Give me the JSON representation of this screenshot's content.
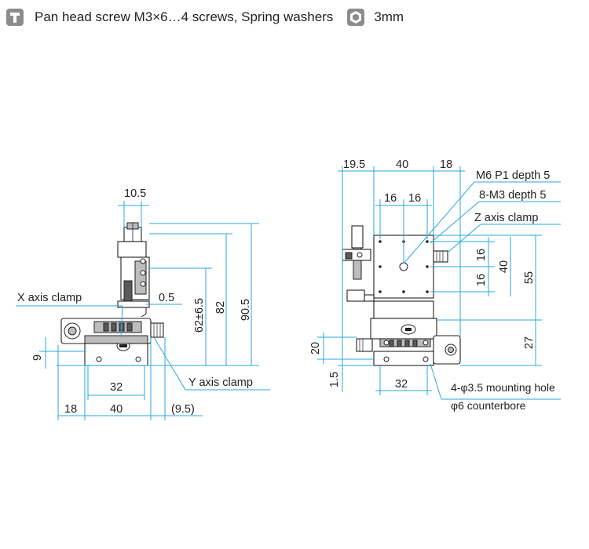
{
  "header": {
    "screw_icon": "pan-head-screw-icon",
    "screw_text": "Pan head screw M3×6…4 screws, Spring washers",
    "hex_icon": "hex-wrench-icon",
    "hex_text": "3mm"
  },
  "colors": {
    "dimension": "#2aa7e0",
    "outline": "#231f20",
    "icon_gray": "#8c8c8c"
  },
  "left_view": {
    "dims": {
      "top_width": "10.5",
      "total_height": "90.5",
      "height_82": "82",
      "travel": "62±6.5",
      "offset": "0.5",
      "base_height": "9",
      "base_width": "32",
      "left_offset": "18",
      "width_40": "40",
      "right_offset": "(9.5)"
    },
    "labels": {
      "x_clamp": "X axis clamp",
      "y_clamp": "Y axis clamp"
    }
  },
  "right_view": {
    "dims": {
      "top_left": "19.5",
      "top_mid": "40",
      "top_right": "18",
      "hole_a": "16",
      "hole_b": "16",
      "vert_16a": "16",
      "vert_16b": "16",
      "vert_40": "40",
      "vert_55": "55",
      "vert_27": "27",
      "base_20": "20",
      "base_15": "1.5",
      "bottom_32": "32"
    },
    "labels": {
      "m6": "M6 P1 depth 5",
      "m3": "8-M3 depth 5",
      "z_clamp": "Z axis clamp",
      "mount_hole": "4-φ3.5 mounting hole",
      "counterbore": "φ6 counterbore"
    }
  }
}
